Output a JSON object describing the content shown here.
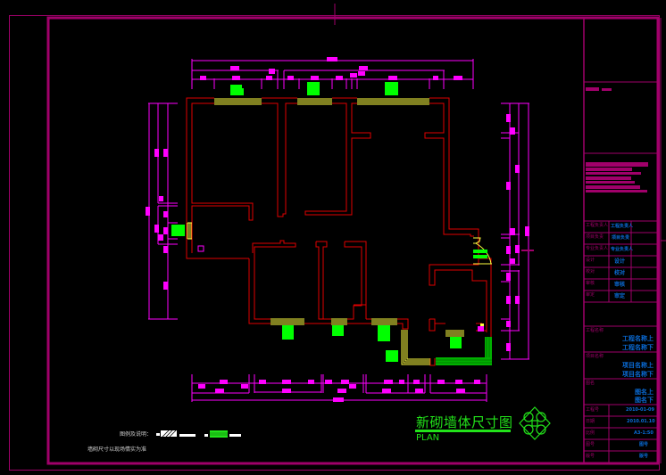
{
  "drawing": {
    "title_cn": "新砌墙体尺寸图",
    "title_en": "PLAN",
    "legend_label": "图例及说明：",
    "legend_note": "墙砌尺寸以现场情实为准",
    "colors": {
      "frame": "#a0006a",
      "dimension": "#ff00ff",
      "wall": "#e00000",
      "window": "#ffff40",
      "fixture": "#00ff00",
      "titleblock_value": "#0a6cd8"
    }
  },
  "titleblock": {
    "rows": [
      {
        "label": "工程负责人",
        "value": "工程负责人"
      },
      {
        "label": "项目负责",
        "value": "项目负责"
      },
      {
        "label": "专业负责人",
        "value": "专业负责人"
      },
      {
        "label": "设计",
        "value": "设计"
      },
      {
        "label": "校对",
        "value": "校对"
      },
      {
        "label": "审核",
        "value": "审核"
      },
      {
        "label": "审定",
        "value": "审定"
      }
    ],
    "project": {
      "label": "工程名称",
      "line1": "工程名称上",
      "line2": "工程名称下"
    },
    "item": {
      "label": "项目名称",
      "line1": "项目名称上",
      "line2": "项目名称下"
    },
    "drawing_name": {
      "label": "图名",
      "line1": "图名上",
      "line2": "图名下"
    },
    "info": [
      {
        "label": "工程号",
        "value": "2010-01-09"
      },
      {
        "label": "日期",
        "value": "2010.01.10"
      },
      {
        "label": "比例",
        "value": "A3-1:50"
      },
      {
        "label": "图号",
        "value": "图号"
      },
      {
        "label": "版号",
        "value": "版号"
      }
    ]
  }
}
